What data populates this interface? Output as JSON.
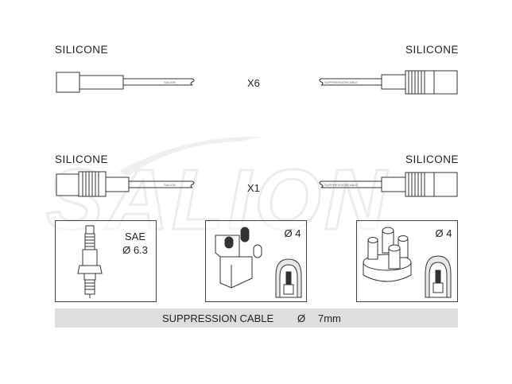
{
  "watermark": {
    "text": "SALION"
  },
  "labels": {
    "silicone_top_left": "SILICONE",
    "silicone_top_right": "SILICONE",
    "silicone_mid_left": "SILICONE",
    "silicone_mid_right": "SILICONE"
  },
  "quantities": {
    "top": "X6",
    "middle": "X1"
  },
  "wire_print": {
    "salion": "SALION",
    "suppression": "SUPPRESSIONCABLE"
  },
  "terminals": {
    "spark_plug": {
      "line1": "SAE",
      "line2": "Ø 6.3"
    },
    "coil": {
      "diameter": "Ø 4"
    },
    "distributor": {
      "diameter": "Ø 4"
    }
  },
  "footer": {
    "name": "SUPPRESSION CABLE",
    "diameter_symbol": "Ø",
    "size": "7mm"
  }
}
